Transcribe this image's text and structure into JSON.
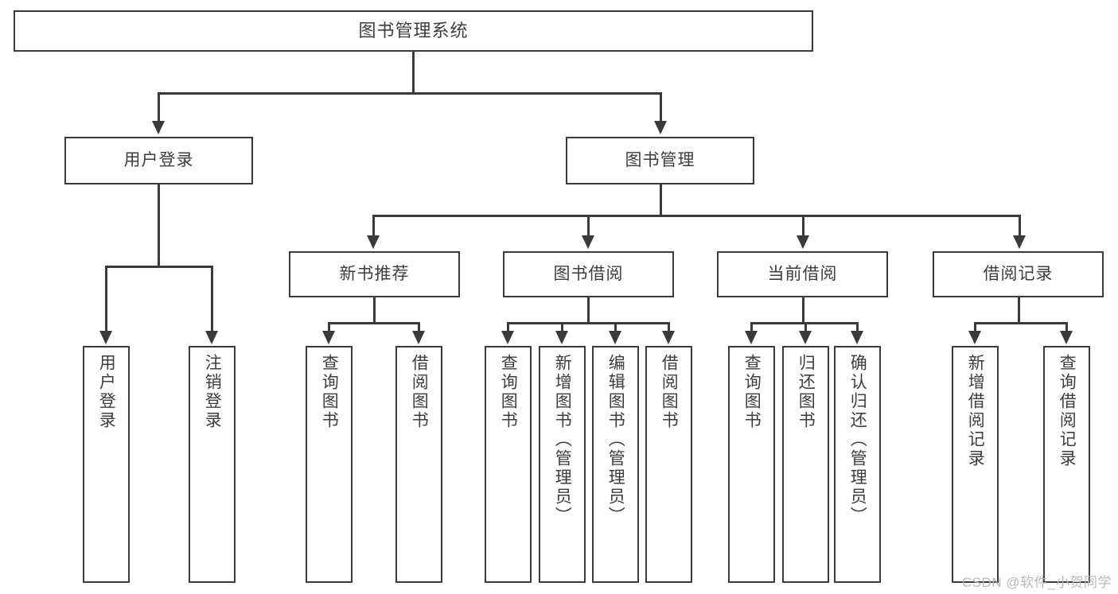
{
  "diagram": {
    "title": "图书管理系统",
    "watermark": "CSDN @软件_小贺同学",
    "accent_color": "#3a3a3a",
    "text_color": "#3d3d3d",
    "background_color": "#ffffff",
    "root": {
      "label": "图书管理系统"
    },
    "level1": [
      {
        "label": "用户登录"
      },
      {
        "label": "图书管理"
      }
    ],
    "level2": [
      {
        "label": "新书推荐"
      },
      {
        "label": "图书借阅"
      },
      {
        "label": "当前借阅"
      },
      {
        "label": "借阅记录"
      }
    ],
    "leaves": {
      "user_login": [
        {
          "label": "用户登录"
        },
        {
          "label": "注销登录"
        }
      ],
      "new_book": [
        {
          "label": "查询图书"
        },
        {
          "label": "借阅图书"
        }
      ],
      "borrow_book": [
        {
          "label": "查询图书"
        },
        {
          "label": "新增图书（管理员）"
        },
        {
          "label": "编辑图书（管理员）"
        },
        {
          "label": "借阅图书"
        }
      ],
      "current_borrow": [
        {
          "label": "查询图书"
        },
        {
          "label": "归还图书"
        },
        {
          "label": "确认归还（管理员）"
        }
      ],
      "borrow_record": [
        {
          "label": "新增借阅记录"
        },
        {
          "label": "查询借阅记录"
        }
      ]
    }
  }
}
